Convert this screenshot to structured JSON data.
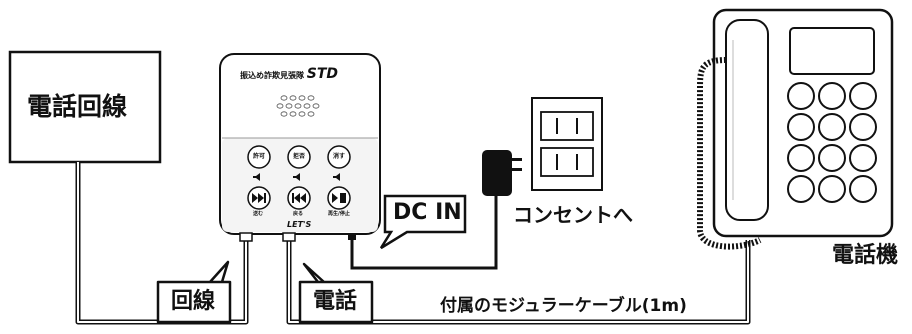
{
  "line_box": {
    "label": "電話回線"
  },
  "device": {
    "brand": "振込め詐欺見張隊",
    "model": "STD",
    "logo": "LET'S",
    "buttons_row1": [
      "許可",
      "拒否",
      "消す"
    ],
    "buttons_row2_icons": [
      "volume-down-icon",
      "volume-up-icon",
      "volume-icon"
    ],
    "buttons_row3_icons": [
      "skip-forward-icon",
      "skip-back-icon",
      "play-stop-icon"
    ],
    "button_row3_captions": [
      "送む",
      "戻る",
      "再生/停止"
    ]
  },
  "callouts": {
    "dc_in": "DC IN",
    "line_port": "回線",
    "phone_port": "電話"
  },
  "outlet_label": "コンセントへ",
  "phone_label": "電話機",
  "cable_label": "付属のモジュラーケーブル(1m)",
  "colors": {
    "stroke": "#111111",
    "background": "#ffffff",
    "panel": "#f4f4f4"
  }
}
